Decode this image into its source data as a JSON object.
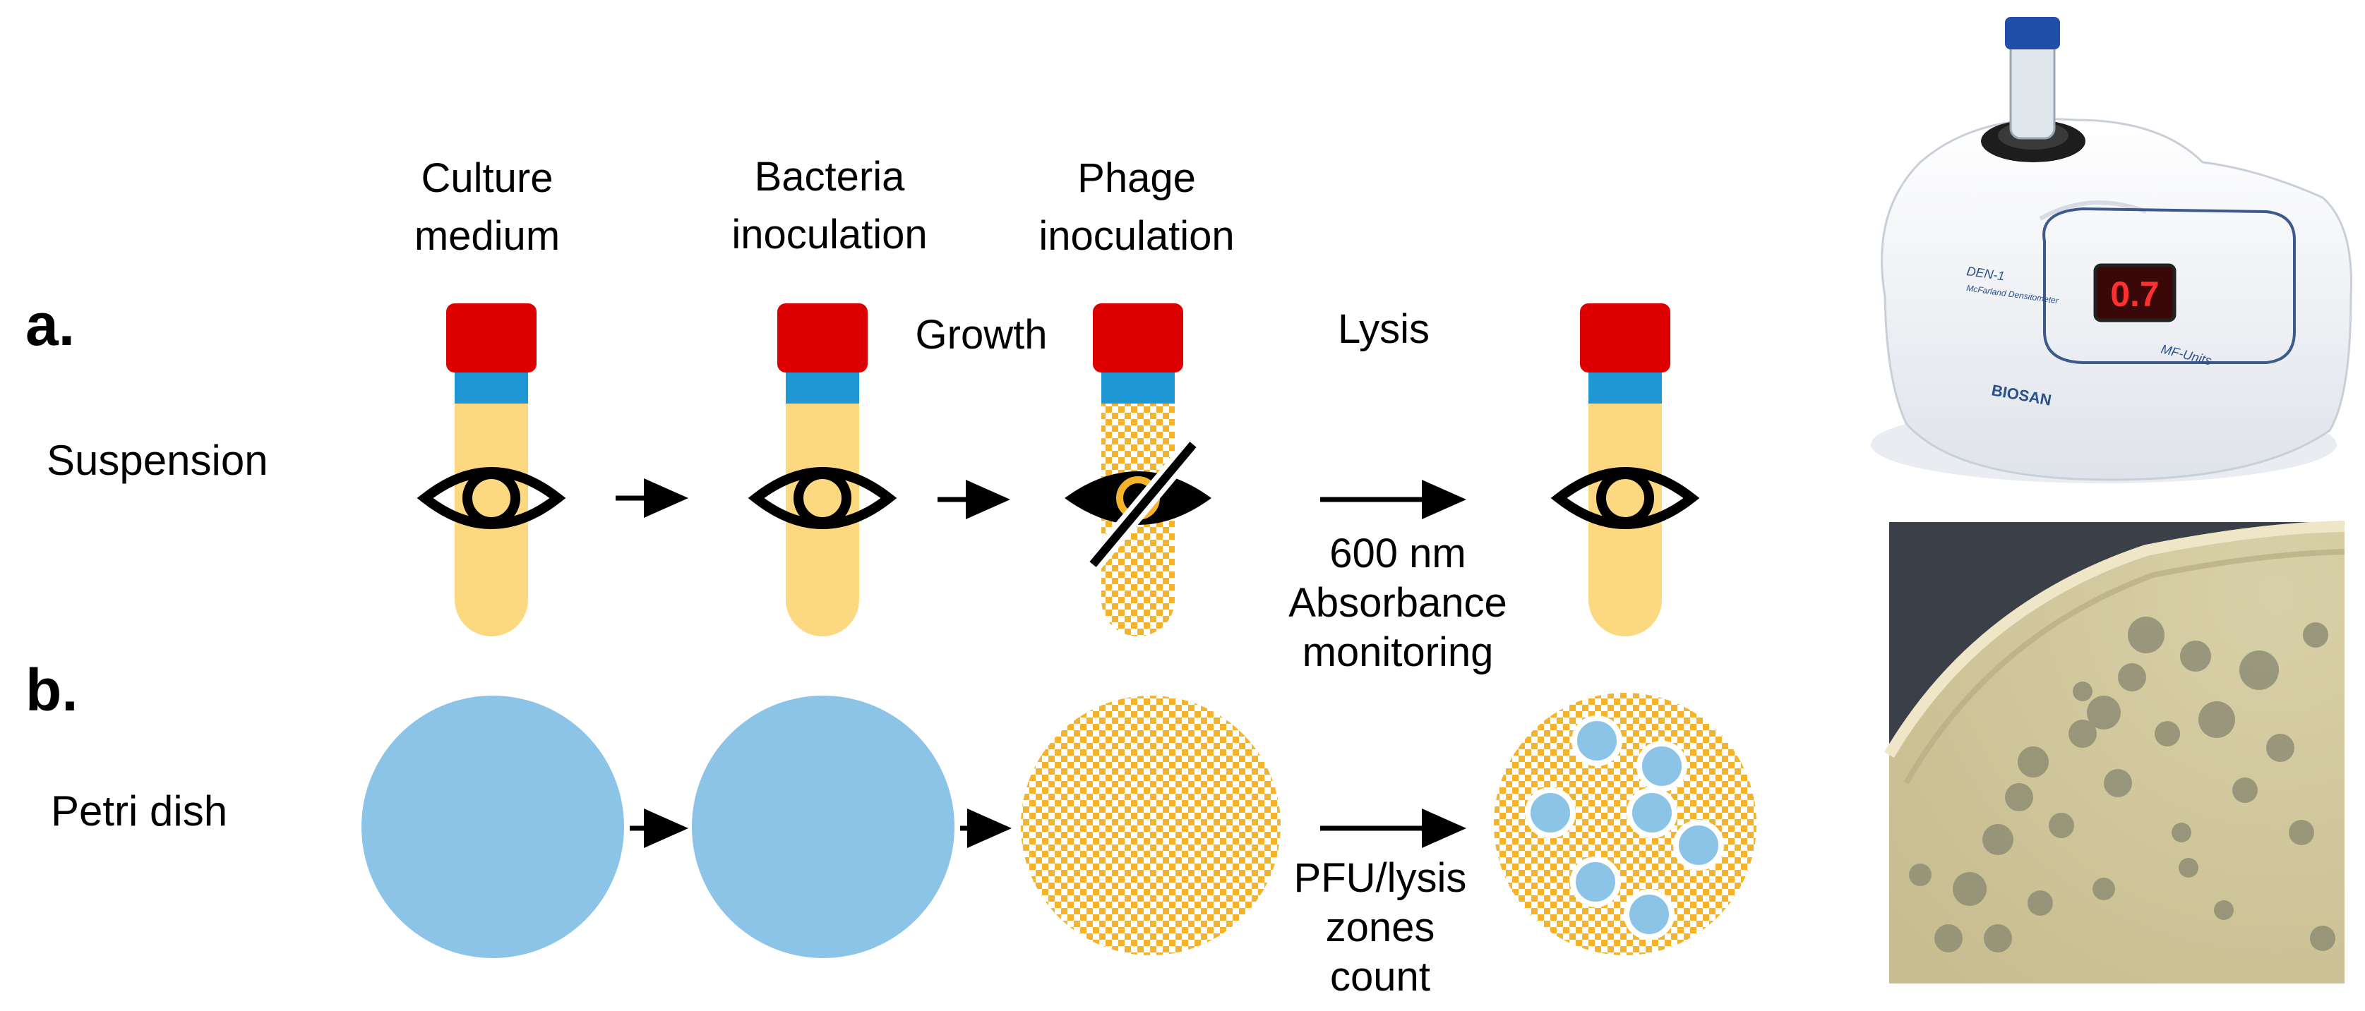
{
  "headers": {
    "culture_medium": [
      "Culture",
      "medium"
    ],
    "bacteria_inoculation": [
      "Bacteria",
      "inoculation"
    ],
    "phage_inoculation": [
      "Phage",
      "inoculation"
    ]
  },
  "row_a": {
    "letter": "a.",
    "side_label": "Suspension",
    "step_growth": "Growth",
    "step_lysis": "Lysis",
    "measurement": [
      "600 nm",
      "Absorbance",
      "monitoring"
    ]
  },
  "row_b": {
    "letter": "b.",
    "side_label": "Petri dish",
    "measurement": [
      "PFU/lysis",
      "zones",
      "count"
    ]
  },
  "device": {
    "model_text": [
      "DEN-1",
      "McFarland Densitometer"
    ],
    "display_value": "0.7",
    "units_label": "MF-Units",
    "brand": "BIOSAN"
  },
  "colors": {
    "cap_red": "#dd0000",
    "band_blue": "#1e97d4",
    "medium_yellow": "#fcd980",
    "dish_blue": "#8cc4e8",
    "lawn_yellow": "#f4b32a",
    "eye_black": "#000000"
  }
}
